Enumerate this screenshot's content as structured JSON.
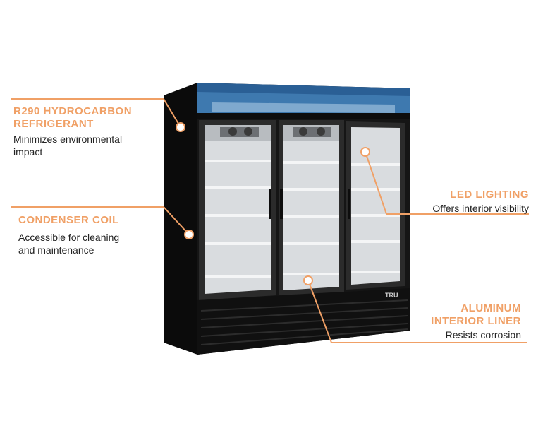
{
  "colors": {
    "accent": "#f0a066",
    "text": "#222222",
    "cabinet": "#111111"
  },
  "callouts": {
    "refrigerant": {
      "title_line1": "R290 HYDROCARBON",
      "title_line2": "REFRIGERANT",
      "desc_line1": "Minimizes environmental",
      "desc_line2": "impact"
    },
    "condenser": {
      "title": "CONDENSER COIL",
      "desc_line1": "Accessible for cleaning",
      "desc_line2": "and maintenance"
    },
    "led": {
      "title": "LED LIGHTING",
      "desc": "Offers interior visibility"
    },
    "liner": {
      "title_line1": "ALUMINUM",
      "title_line2": "INTERIOR LINER",
      "desc": "Resists corrosion"
    }
  },
  "product": {
    "logo_text": "TRU"
  }
}
